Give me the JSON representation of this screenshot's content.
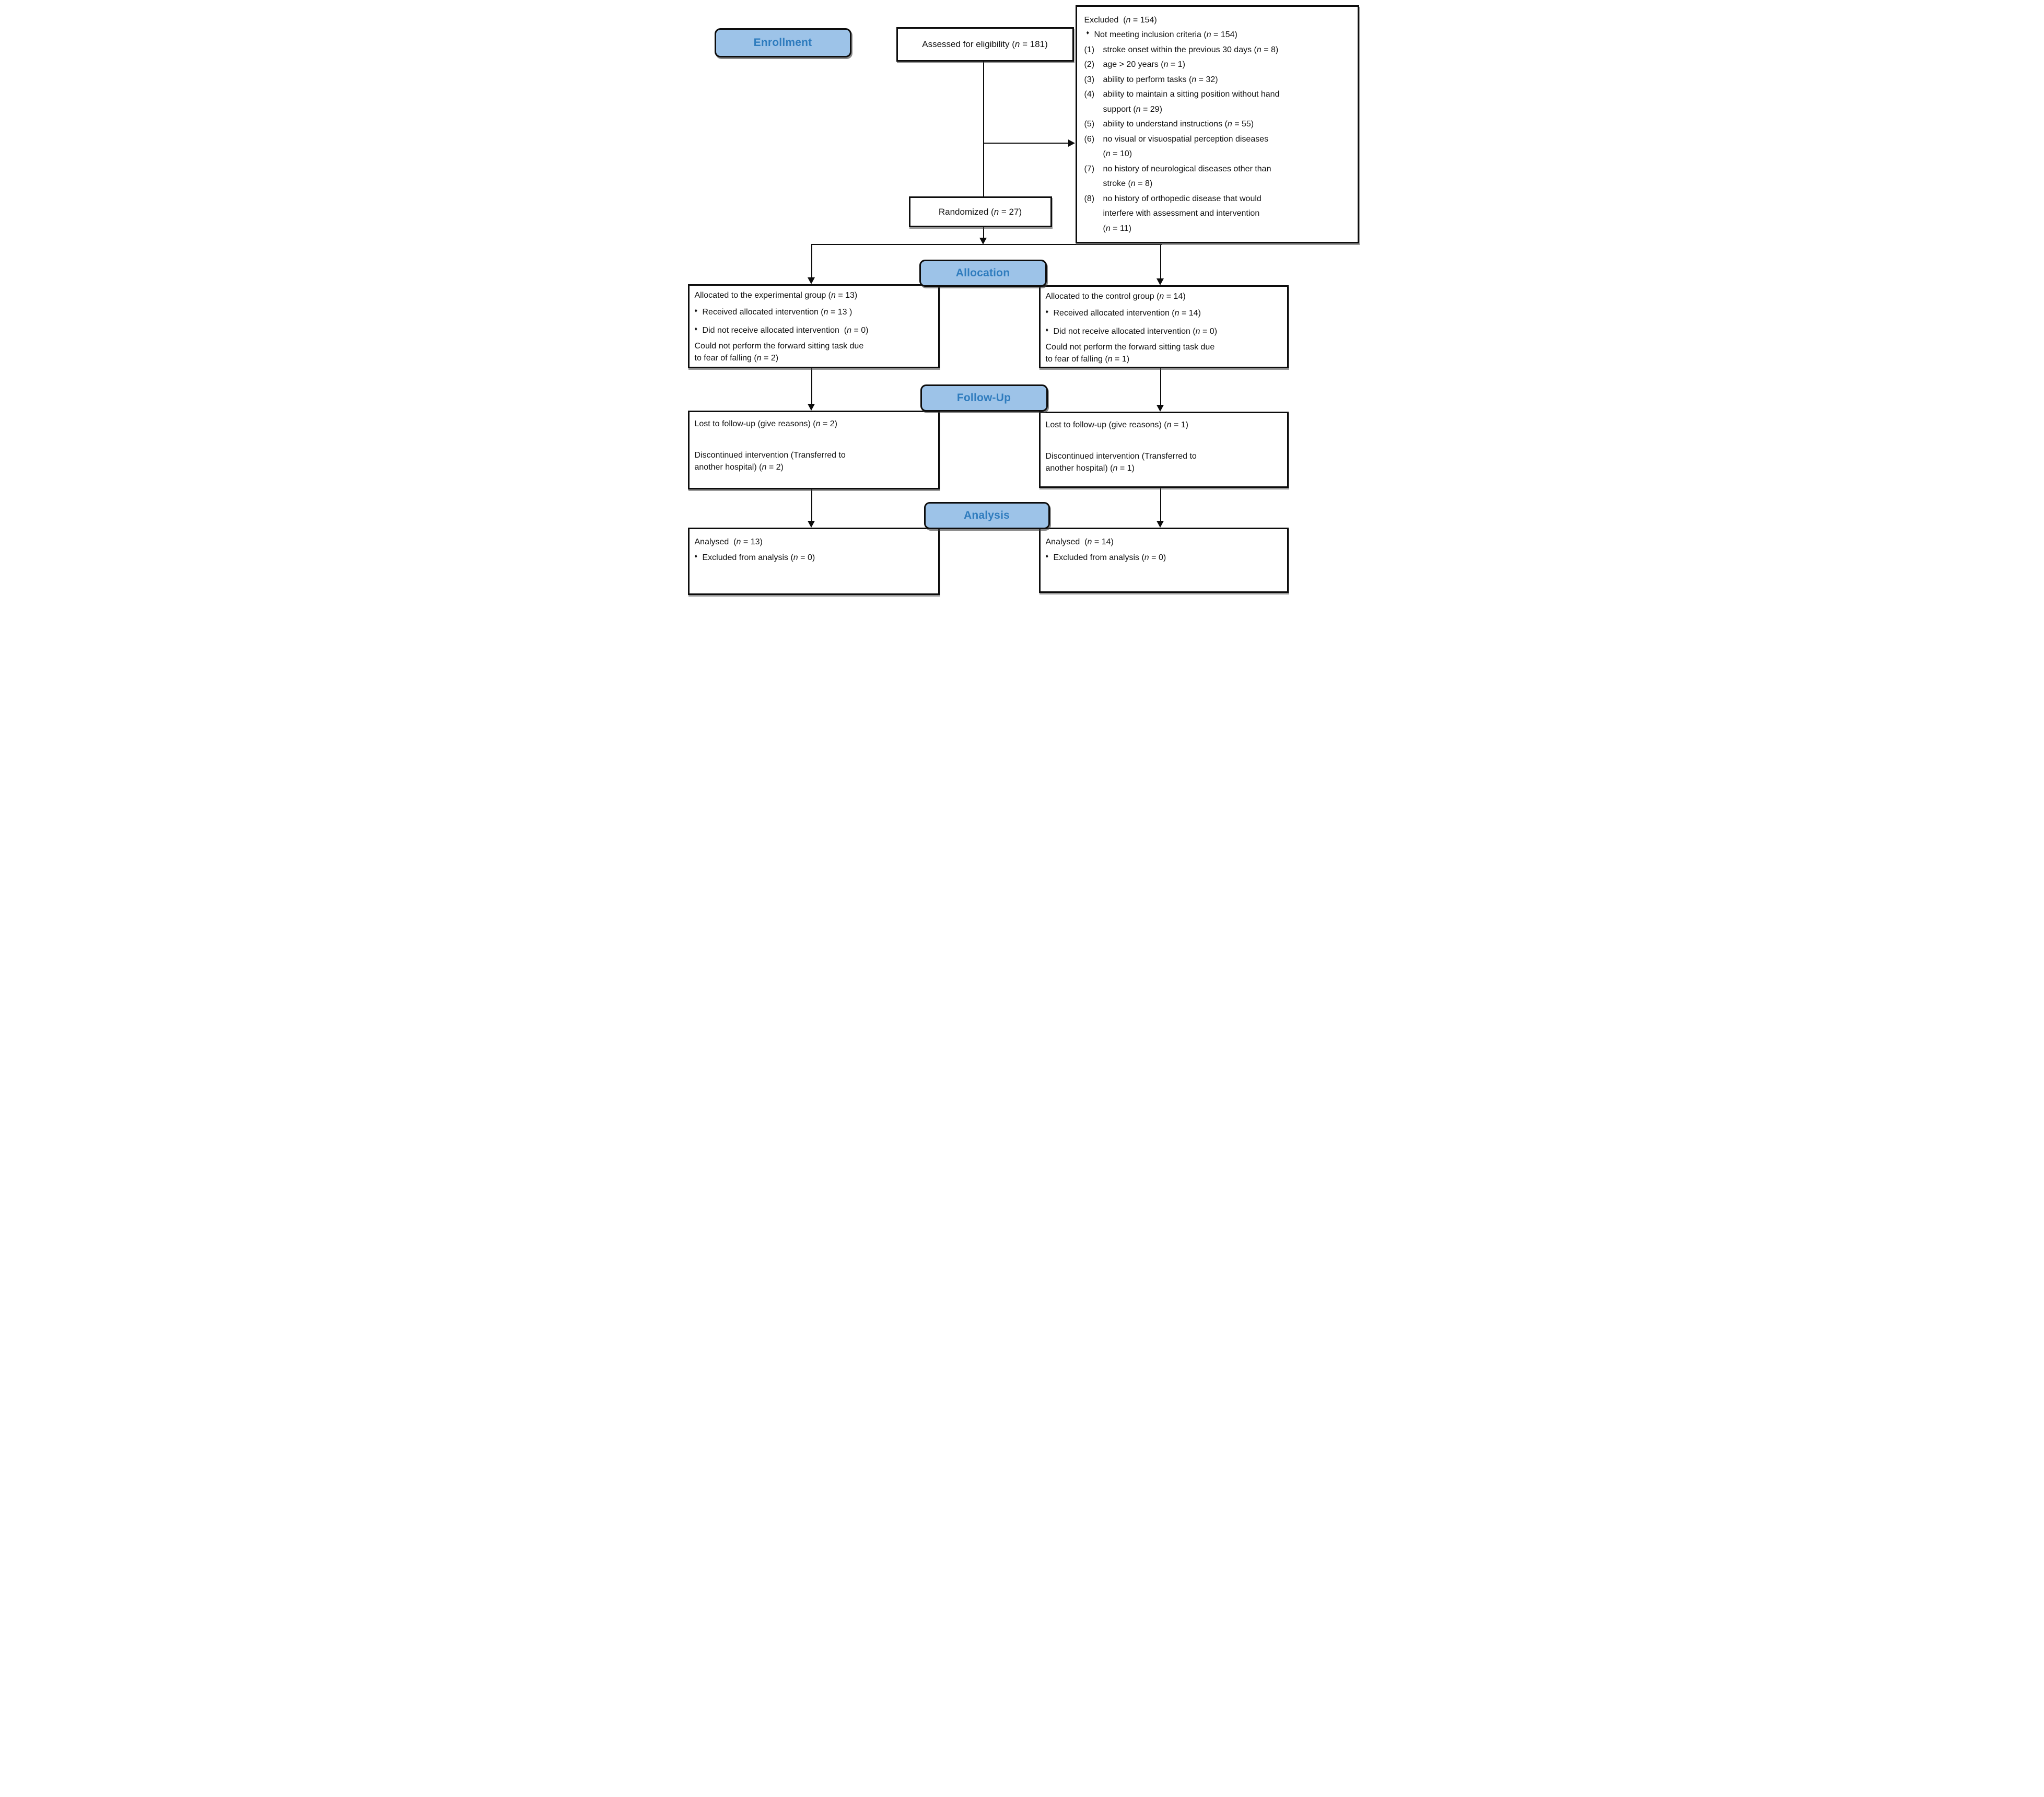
{
  "flow": {
    "stage_labels": {
      "enrollment": "Enrollment",
      "allocation": "Allocation",
      "followup": "Follow-Up",
      "analysis": "Analysis"
    },
    "bullet_char": "♦",
    "assessed": {
      "text": "Assessed for eligibility (n = 181)"
    },
    "randomized": {
      "text": "Randomized (n = 27)"
    },
    "excluded": {
      "title": "Excluded  (n = 154)",
      "bullet": "Not meeting inclusion criteria (n = 154)",
      "items": [
        {
          "num": "(1)",
          "text": "stroke onset within the previous 30 days (n = 8)"
        },
        {
          "num": "(2)",
          "text": "age > 20 years (n = 1)"
        },
        {
          "num": "(3)",
          "text": "ability to perform tasks (n = 32)"
        },
        {
          "num": "(4)",
          "text": "ability to maintain a sitting position without hand\nsupport (n = 29)"
        },
        {
          "num": "(5)",
          "text": "ability to understand instructions (n = 55)"
        },
        {
          "num": "(6)",
          "text": "no visual or visuospatial perception diseases\n(n = 10)"
        },
        {
          "num": "(7)",
          "text": "no history of neurological diseases other than\nstroke (n = 8)"
        },
        {
          "num": "(8)",
          "text": "no history of orthopedic disease that would\ninterfere with assessment and intervention\n(n = 11)"
        }
      ]
    },
    "allocation_left": {
      "title": "Allocated to the experimental group (n = 13)",
      "bullet1": "Received allocated intervention (n = 13 )",
      "bullet2": "Did not receive allocated intervention  (n = 0)",
      "note": "Could not perform the forward sitting task due\nto fear of falling (n = 2)"
    },
    "allocation_right": {
      "title": "Allocated to the control group (n = 14)",
      "bullet1": "Received allocated intervention (n = 14)",
      "bullet2": "Did not receive allocated intervention (n = 0)",
      "note": "Could not perform the forward sitting task due\nto fear of falling (n = 1)"
    },
    "followup_left": {
      "line1": "Lost to follow-up (give reasons) (n = 2)",
      "line2": "Discontinued intervention (Transferred to\nanother hospital) (n = 2)"
    },
    "followup_right": {
      "line1": "Lost to follow-up (give reasons) (n = 1)",
      "line2": "Discontinued intervention (Transferred to\nanother hospital) (n = 1)"
    },
    "analysis_left": {
      "title": "Analysed  (n = 13)",
      "bullet1": "Excluded from analysis (n = 0)"
    },
    "analysis_right": {
      "title": "Analysed  (n = 14)",
      "bullet1": "Excluded from analysis (n = 0)"
    }
  },
  "colors": {
    "header_fill": "#9DC3E8",
    "header_text": "#2F7CBE",
    "box_border": "#0D0D0D",
    "background": "#FFFFFF"
  }
}
